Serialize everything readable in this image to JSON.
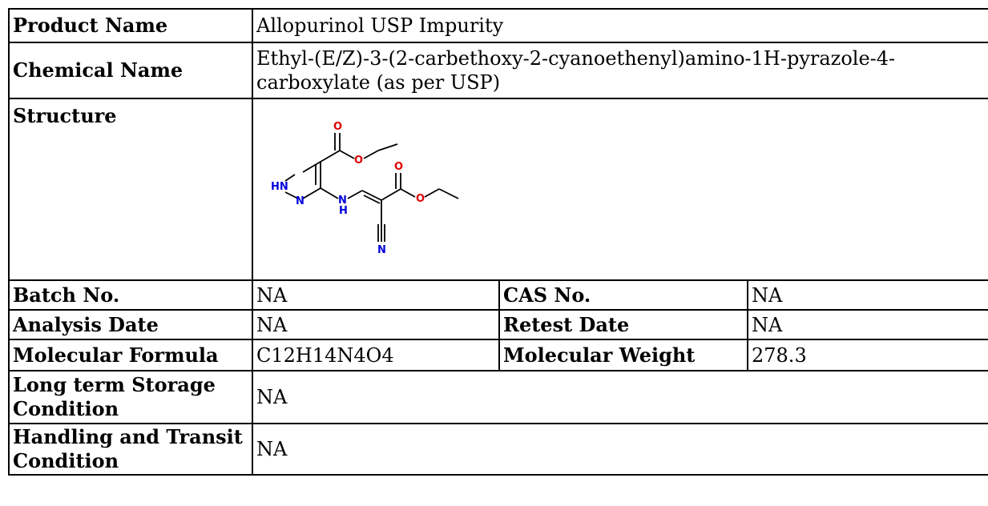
{
  "rows": {
    "product_name": {
      "label": "Product Name",
      "value": "Allopurinol USP Impurity"
    },
    "chemical_name": {
      "label": "Chemical Name",
      "value": "Ethyl-(E/Z)-3-(2-carbethoxy-2-cyanoethenyl)amino-1H-pyrazole-4-carboxylate (as per USP)"
    },
    "structure": {
      "label": "Structure"
    },
    "batch_no": {
      "label": "Batch No.",
      "value": "NA"
    },
    "cas_no": {
      "label": "CAS No.",
      "value": "NA"
    },
    "analysis_date": {
      "label": "Analysis Date",
      "value": "NA"
    },
    "retest_date": {
      "label": "Retest Date",
      "value": "NA"
    },
    "molecular_formula": {
      "label": "Molecular Formula",
      "value": "C12H14N4O4"
    },
    "molecular_weight": {
      "label": "Molecular Weight",
      "value": "278.3"
    },
    "storage": {
      "label": "Long term Storage Condition",
      "value": "NA"
    },
    "handling": {
      "label": "Handling and Transit Condition",
      "value": "NA"
    }
  },
  "structure_atoms": {
    "o1": "O",
    "o2": "O",
    "o3": "O",
    "o4": "O",
    "hn": "HN",
    "n_ring": "N",
    "n_amine": "N",
    "h_amine": "H",
    "n_nitrile": "N"
  },
  "colors": {
    "oxygen": "#e00000",
    "nitrogen": "#0000dd",
    "border": "#000000"
  }
}
